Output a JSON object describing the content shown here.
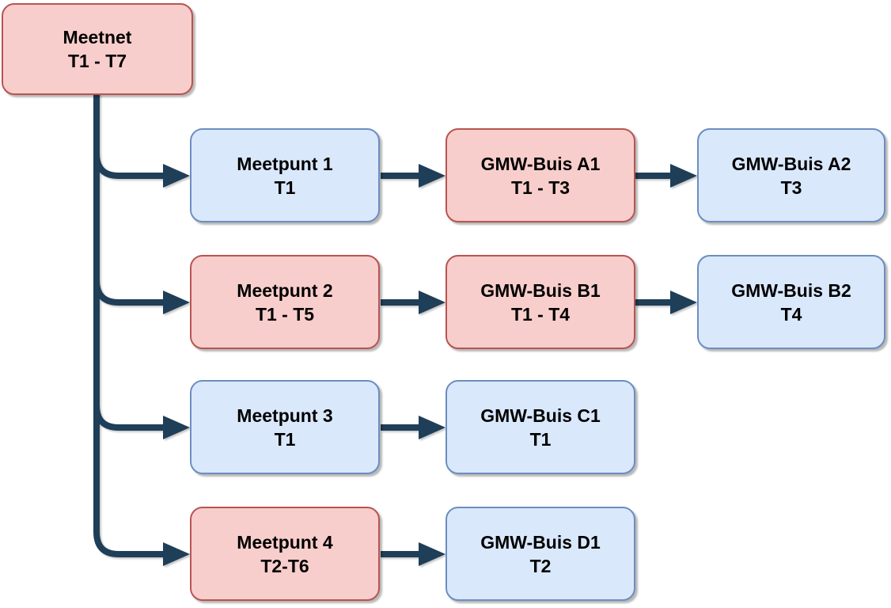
{
  "diagram": {
    "type": "flowchart-tree",
    "description_language": "Dutch"
  },
  "colors": {
    "node-red-fill": "#f8cecc",
    "node-red-stroke": "#b85450",
    "node-blue-fill": "#dae8fc",
    "node-blue-stroke": "#6c8ebf",
    "connector": "#1f3e58",
    "background": "#ffffff",
    "text": "#000000"
  },
  "nodes": {
    "meetnet": {
      "line1": "Meetnet",
      "line2": "T1 - T7",
      "variant": "red"
    },
    "meetpunt1": {
      "line1": "Meetpunt 1",
      "line2": "T1",
      "variant": "blue"
    },
    "gmw_a1": {
      "line1": "GMW-Buis A1",
      "line2": "T1 - T3",
      "variant": "red"
    },
    "gmw_a2": {
      "line1": "GMW-Buis A2",
      "line2": "T3",
      "variant": "blue"
    },
    "meetpunt2": {
      "line1": "Meetpunt 2",
      "line2": "T1 - T5",
      "variant": "red"
    },
    "gmw_b1": {
      "line1": "GMW-Buis B1",
      "line2": "T1 - T4",
      "variant": "red"
    },
    "gmw_b2": {
      "line1": "GMW-Buis B2",
      "line2": "T4",
      "variant": "blue"
    },
    "meetpunt3": {
      "line1": "Meetpunt 3",
      "line2": "T1",
      "variant": "blue"
    },
    "gmw_c1": {
      "line1": "GMW-Buis C1",
      "line2": "T1",
      "variant": "blue"
    },
    "meetpunt4": {
      "line1": "Meetpunt 4",
      "line2": "T2-T6",
      "variant": "red"
    },
    "gmw_d1": {
      "line1": "GMW-Buis D1",
      "line2": "T2",
      "variant": "blue"
    }
  },
  "edges": [
    {
      "from": "Meetnet",
      "to": "Meetpunt 1",
      "arrow": "right"
    },
    {
      "from": "Meetnet",
      "to": "Meetpunt 2",
      "arrow": "right"
    },
    {
      "from": "Meetnet",
      "to": "Meetpunt 3",
      "arrow": "right"
    },
    {
      "from": "Meetnet",
      "to": "Meetpunt 4",
      "arrow": "right"
    },
    {
      "from": "Meetpunt 1",
      "to": "GMW-Buis A1",
      "arrow": "right"
    },
    {
      "from": "GMW-Buis A1",
      "to": "GMW-Buis A2",
      "arrow": "right"
    },
    {
      "from": "Meetpunt 2",
      "to": "GMW-Buis B1",
      "arrow": "right"
    },
    {
      "from": "GMW-Buis B1",
      "to": "GMW-Buis B2",
      "arrow": "right"
    },
    {
      "from": "Meetpunt 3",
      "to": "GMW-Buis C1",
      "arrow": "right"
    },
    {
      "from": "Meetpunt 4",
      "to": "GMW-Buis D1",
      "arrow": "right"
    }
  ]
}
